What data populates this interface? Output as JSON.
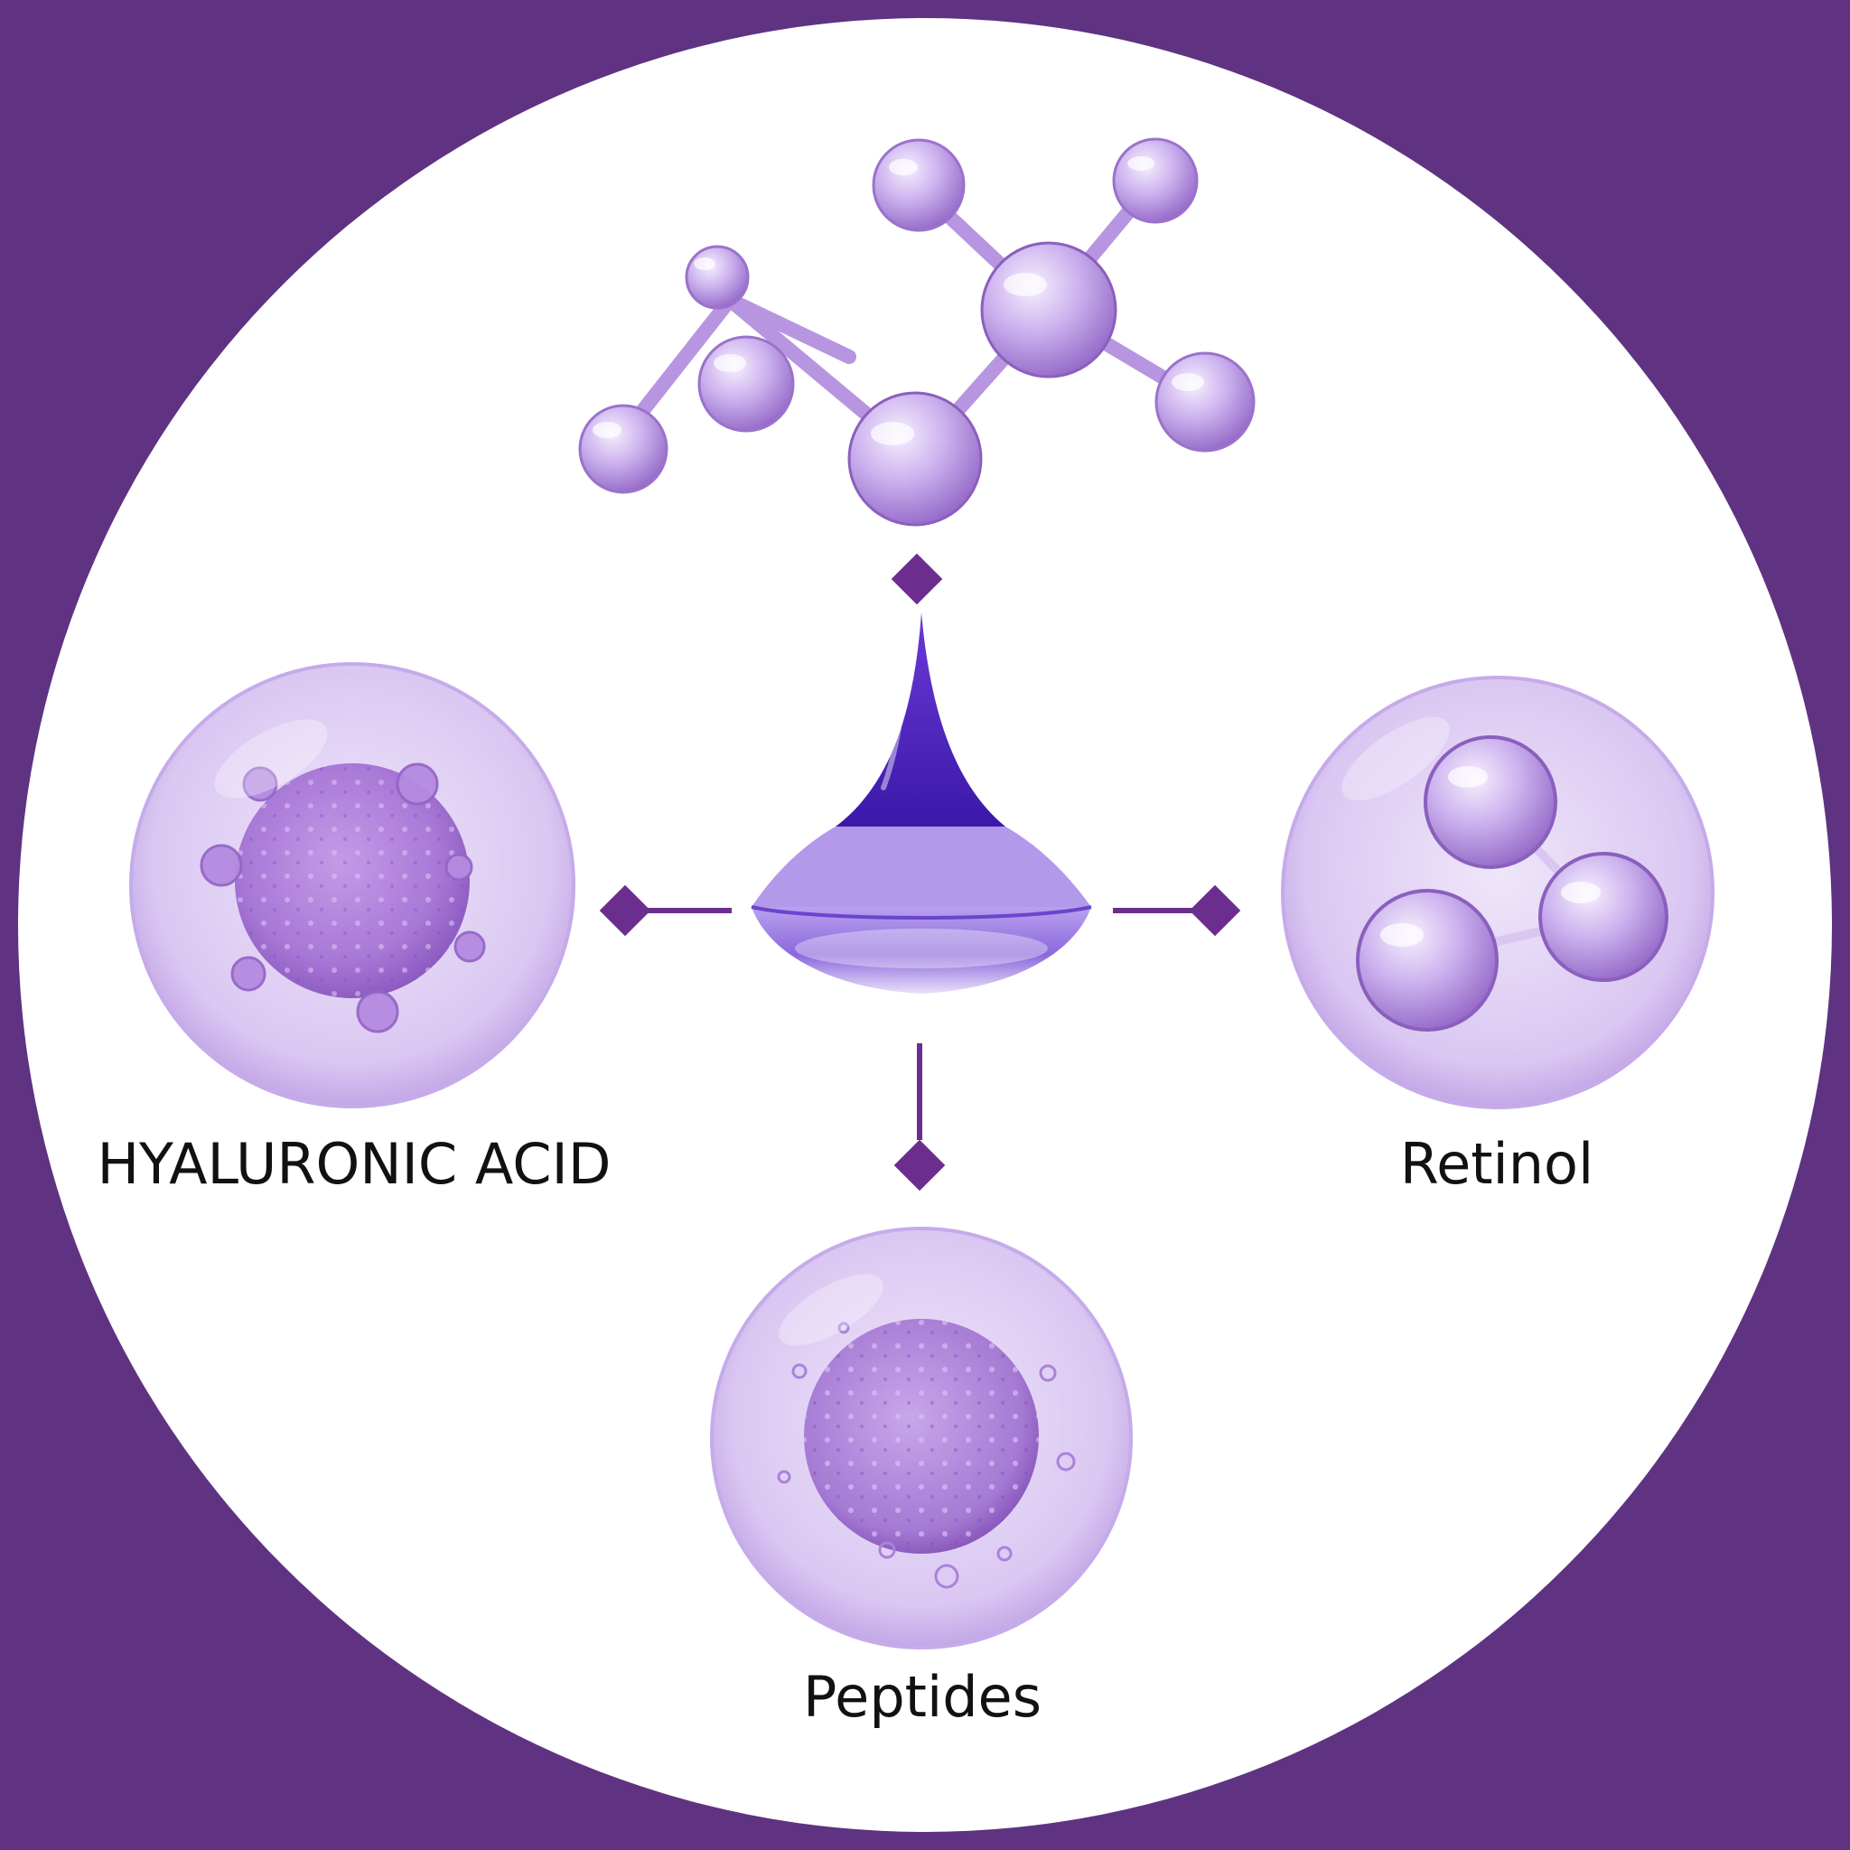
{
  "diagram": {
    "center": {
      "icon": "serum-droplet-icon"
    },
    "top": {
      "icon": "molecule-structure-icon"
    },
    "nodes": [
      {
        "key": "hyaluronic",
        "label": "HYALURONIC ACID",
        "icon": "cell-sphere-icon"
      },
      {
        "key": "retinol",
        "label": "Retinol",
        "icon": "molecule-sphere-icon"
      },
      {
        "key": "peptides",
        "label": "Peptides",
        "icon": "textured-sphere-icon"
      }
    ]
  },
  "colors": {
    "background": "#5f3282",
    "circle": "#ffffff",
    "accent": "#6b2e8f",
    "sphere_light": "#e8dcf6",
    "sphere_mid": "#c7a8ea",
    "sphere_dark": "#8a5bc0",
    "droplet": "#4a22b8",
    "label_text": "#111111"
  }
}
